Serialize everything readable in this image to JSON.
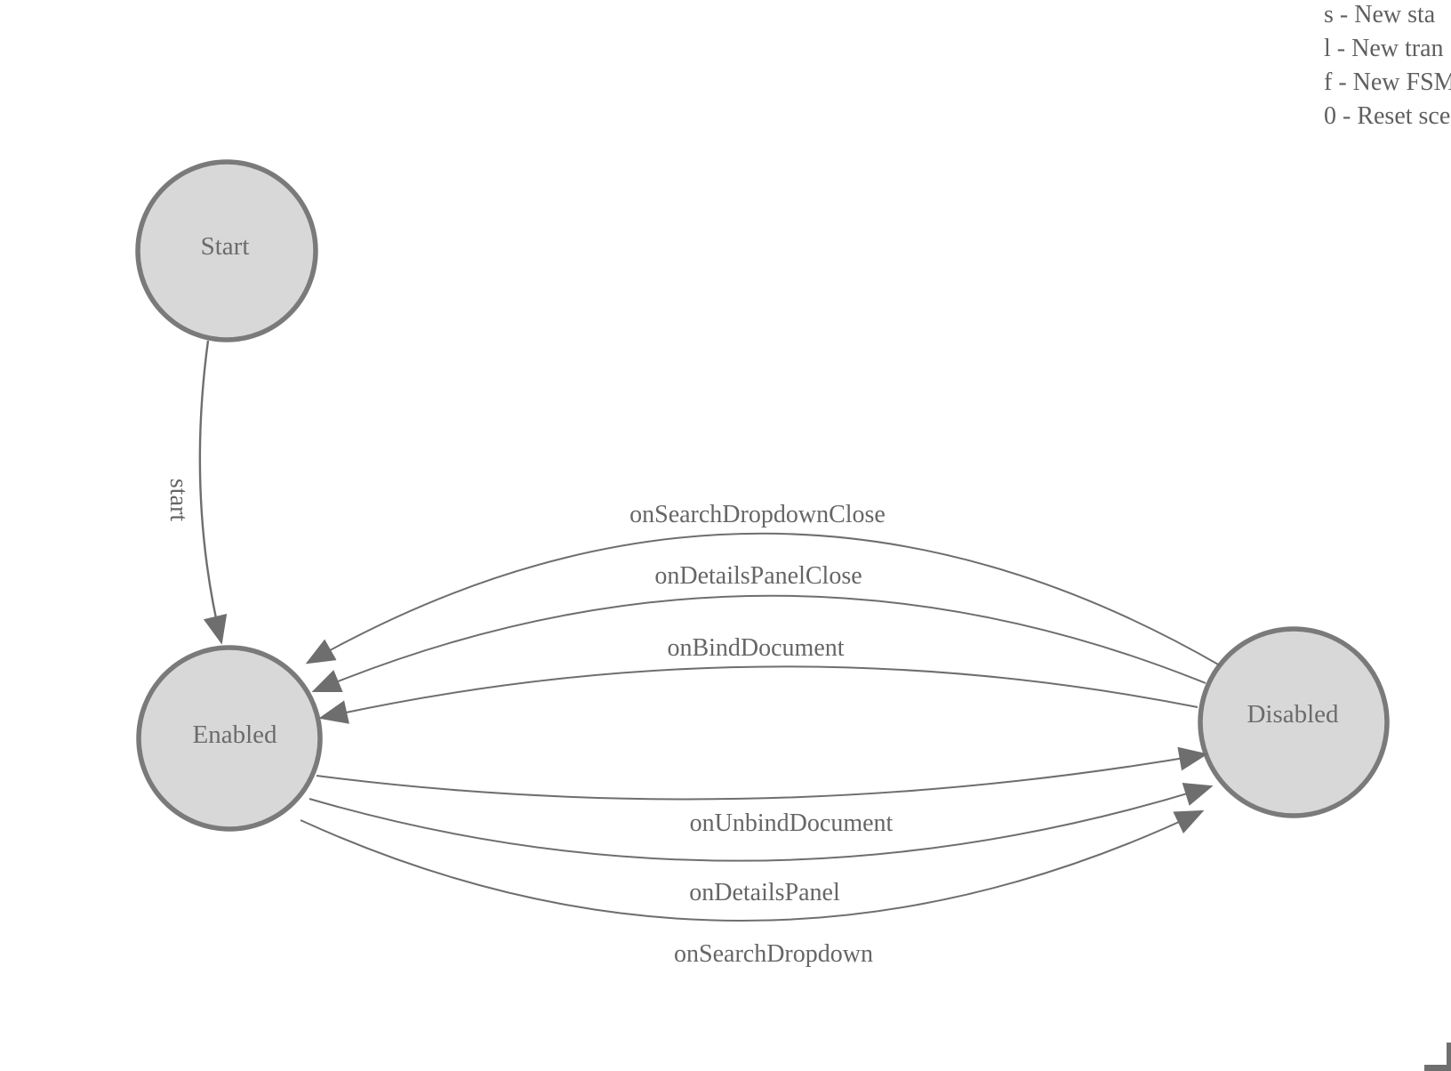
{
  "diagram": {
    "nodes": [
      {
        "id": "Start",
        "label": "Start"
      },
      {
        "id": "Enabled",
        "label": "Enabled"
      },
      {
        "id": "Disabled",
        "label": "Disabled"
      }
    ],
    "edges": [
      {
        "from": "Start",
        "to": "Enabled",
        "label": "start"
      },
      {
        "from": "Disabled",
        "to": "Enabled",
        "label": "onSearchDropdownClose"
      },
      {
        "from": "Disabled",
        "to": "Enabled",
        "label": "onDetailsPanelClose"
      },
      {
        "from": "Disabled",
        "to": "Enabled",
        "label": "onBindDocument"
      },
      {
        "from": "Enabled",
        "to": "Disabled",
        "label": "onUnbindDocument"
      },
      {
        "from": "Enabled",
        "to": "Disabled",
        "label": "onDetailsPanel"
      },
      {
        "from": "Enabled",
        "to": "Disabled",
        "label": "onSearchDropdown"
      }
    ]
  },
  "legend": {
    "lines": [
      "s - New sta",
      "l - New tran",
      "f - New FSM",
      "0 - Reset sce"
    ]
  },
  "colors": {
    "background": "#ffffff",
    "node_fill": "#d8d8d8",
    "node_stroke": "#7a7a7a",
    "edge_stroke": "#6e6e6e",
    "arrow_fill": "#6e6e6e",
    "label_text": "#666666",
    "legend_text": "#5f5f5f",
    "corner_mark": "#6f6f6f"
  }
}
